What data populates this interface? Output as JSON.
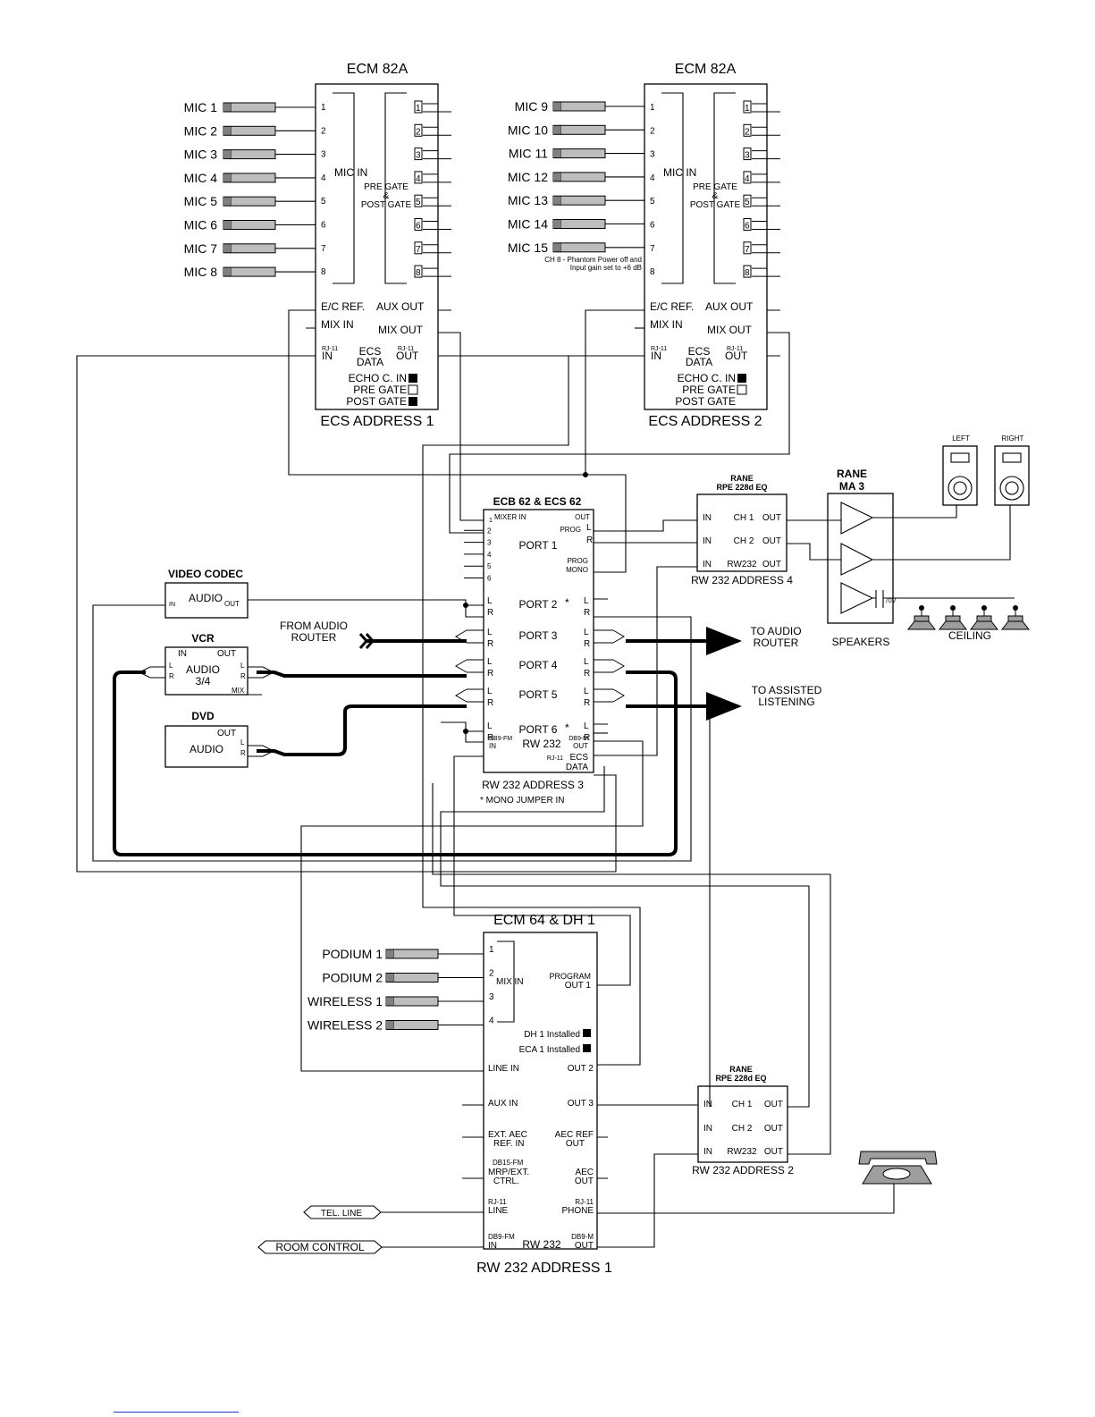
{
  "ecm1": {
    "title": "ECM 82A",
    "address": "ECS ADDRESS 1",
    "mics": [
      "MIC 1",
      "MIC 2",
      "MIC 3",
      "MIC 4",
      "MIC 5",
      "MIC 6",
      "MIC 7",
      "MIC 8"
    ],
    "channels": [
      "1",
      "2",
      "3",
      "4",
      "5",
      "6",
      "7",
      "8"
    ],
    "mic_in": "MIC IN",
    "pre_gate": "PRE GATE",
    "amp": "&",
    "post_gate": "POST GATE",
    "ec_ref": "E/C REF.",
    "aux_out": "AUX OUT",
    "mix_in": "MIX IN",
    "mix_out": "MIX OUT",
    "rj11": "RJ-11",
    "in": "IN",
    "out": "OUT",
    "ecs": "ECS",
    "data": "DATA",
    "echo": "ECHO C. IN",
    "pre": "PRE GATE",
    "post": "POST GATE"
  },
  "ecm2": {
    "title": "ECM 82A",
    "address": "ECS ADDRESS 2",
    "mics": [
      "MIC 9",
      "MIC 10",
      "MIC 11",
      "MIC 12",
      "MIC 13",
      "MIC 14",
      "MIC 15"
    ],
    "note1": "CH 8 - Phantom Power off and",
    "note2": "Input gain set to +6 dB"
  },
  "ecb": {
    "title": "ECB 62 & ECS 62",
    "mixer_in": "MIXER IN",
    "out": "OUT",
    "prog": "PROG",
    "prog2": "PROG",
    "mono": "MONO",
    "inputs": [
      "1",
      "2",
      "3",
      "4",
      "5",
      "6"
    ],
    "ports": [
      "PORT 1",
      "PORT 2",
      "PORT 3",
      "PORT 4",
      "PORT 5",
      "PORT 6"
    ],
    "star": "*",
    "L": "L",
    "R": "R",
    "db9fm": "DB9-FM",
    "db9m": "DB9-M",
    "rw232": "RW 232",
    "rj11": "RJ-11",
    "ecs": "ECS",
    "data": "DATA",
    "in": "IN",
    "out2": "OUT",
    "address": "RW 232 ADDRESS 3",
    "mono_note": "* MONO JUMPER IN"
  },
  "eq1": {
    "brand": "RANE",
    "model": "RPE 228d EQ",
    "in": "IN",
    "ch1": "CH 1",
    "ch2": "CH 2",
    "rw": "RW232",
    "out": "OUT",
    "address": "RW 232 ADDRESS 4"
  },
  "ma3": {
    "brand": "RANE",
    "model": "MA 3",
    "speakers": "SPEAKERS",
    "v70": "70V"
  },
  "monitors": {
    "left": "LEFT",
    "right": "RIGHT"
  },
  "ceiling": "CEILING",
  "codec": {
    "title": "VIDEO CODEC",
    "audio": "AUDIO",
    "in": "IN",
    "out": "OUT"
  },
  "vcr": {
    "title": "VCR",
    "in": "IN",
    "out": "OUT",
    "audio": "AUDIO",
    "ch": "3/4",
    "mix": "MIX",
    "L": "L",
    "R": "R"
  },
  "dvd": {
    "title": "DVD",
    "out": "OUT",
    "audio": "AUDIO"
  },
  "from_router": [
    "FROM AUDIO",
    "ROUTER"
  ],
  "to_router": [
    "TO AUDIO",
    "ROUTER"
  ],
  "to_assisted": [
    "TO ASSISTED",
    "LISTENING"
  ],
  "ecm64": {
    "title": "ECM 64 & DH 1",
    "inputs": [
      "PODIUM 1",
      "PODIUM 2",
      "WIRELESS 1",
      "WIRELESS 2"
    ],
    "channels": [
      "1",
      "2",
      "3",
      "4"
    ],
    "mix_in": "MIX IN",
    "program": "PROGRAM",
    "out1": "OUT 1",
    "dh1": "DH 1 Installed",
    "eca1": "ECA 1 Installed",
    "line_in": "LINE IN",
    "out2": "OUT 2",
    "aux_in": "AUX IN",
    "out3": "OUT 3",
    "ext_aec": "EXT. AEC",
    "ref_in": "REF. IN",
    "aec_ref": "AEC REF",
    "out": "OUT",
    "db15": "DB15-FM",
    "mrp": "MRP/EXT.",
    "ctrl": "CTRL.",
    "aec": "AEC",
    "aec_out": "OUT",
    "rj11": "RJ-11",
    "line": "LINE",
    "phone": "PHONE",
    "db9fm": "DB9-FM",
    "in": "IN",
    "rw232": "RW 232",
    "db9m": "DB9-M",
    "address": "RW 232 ADDRESS 1"
  },
  "eq2": {
    "brand": "RANE",
    "model": "RPE 228d EQ",
    "address": "RW 232 ADDRESS 2"
  },
  "tel_line": "TEL. LINE",
  "room_control": "ROOM CONTROL"
}
